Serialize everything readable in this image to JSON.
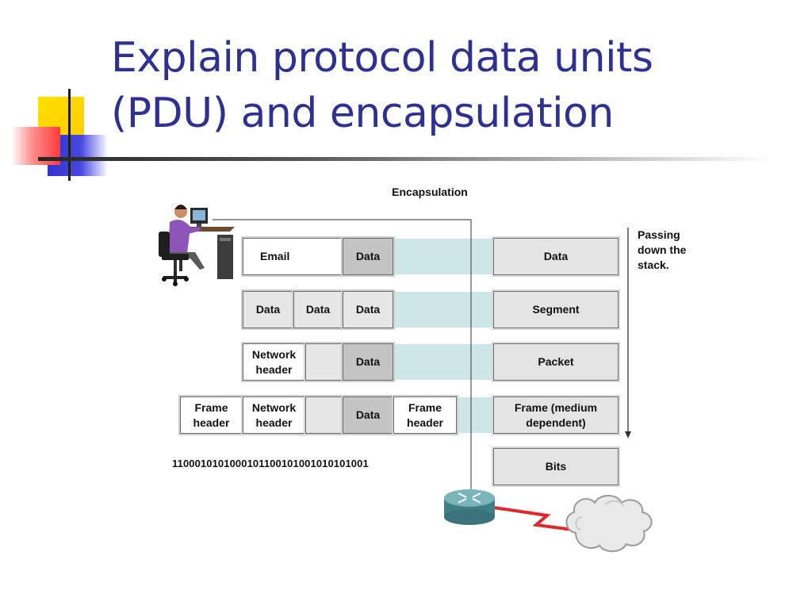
{
  "title": {
    "line1": "Explain protocol data units",
    "line2": "(PDU) and encapsulation"
  },
  "diagram": {
    "heading": "Encapsulation",
    "side_note": [
      "Passing",
      "down the",
      "stack."
    ],
    "rows": [
      {
        "cells": [
          {
            "text": "Email",
            "shade": "white"
          },
          {
            "text": "Data",
            "shade": "dark"
          }
        ],
        "pdu": "Data"
      },
      {
        "cells": [
          {
            "text": "Data",
            "shade": "light"
          },
          {
            "text": "Data",
            "shade": "light"
          },
          {
            "text": "Data",
            "shade": "light"
          }
        ],
        "pdu": "Segment"
      },
      {
        "cells": [
          {
            "text": "Network header",
            "shade": "white"
          },
          {
            "text": "",
            "shade": "light"
          },
          {
            "text": "Data",
            "shade": "dark"
          }
        ],
        "pdu": "Packet"
      },
      {
        "cells": [
          {
            "text": "Frame header",
            "shade": "white"
          },
          {
            "text": "Network header",
            "shade": "white"
          },
          {
            "text": "",
            "shade": "light"
          },
          {
            "text": "Data",
            "shade": "dark"
          },
          {
            "text": "Frame header",
            "shade": "white"
          }
        ],
        "pdu": "Frame (medium dependent)"
      },
      {
        "cells": [],
        "pdu": "Bits"
      }
    ],
    "bits": "1100010101000101100101001010101001",
    "icons": [
      "workstation-user-icon",
      "router-icon",
      "cloud-network-icon"
    ],
    "colors": {
      "band": "#cde6e8",
      "link": "#e3262a",
      "title": "#2e3192"
    }
  }
}
